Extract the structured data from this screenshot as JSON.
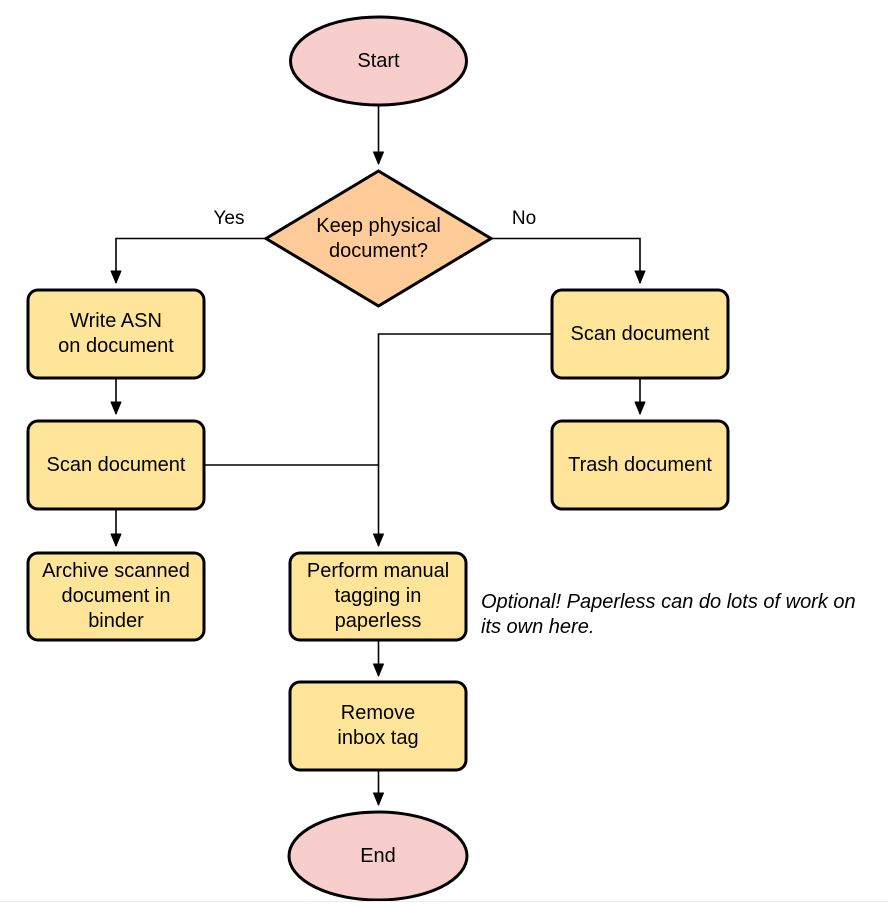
{
  "colors": {
    "background": "#ffffff",
    "terminal_fill": "#f8cecc",
    "decision_fill": "#ffcc99",
    "process_fill": "#ffe599",
    "stroke": "#000000",
    "edge": "#000000",
    "divider": "#ececec"
  },
  "nodes": {
    "start": {
      "label": "Start"
    },
    "decision": {
      "label": "Keep physical\ndocument?"
    },
    "write_asn": {
      "label": "Write ASN\non document"
    },
    "scan_left": {
      "label": "Scan document"
    },
    "archive": {
      "label": "Archive scanned\ndocument in\nbinder"
    },
    "scan_right": {
      "label": "Scan document"
    },
    "trash": {
      "label": "Trash document"
    },
    "perform_tagging": {
      "label": "Perform manual\ntagging in\npaperless"
    },
    "remove_inbox": {
      "label": "Remove\ninbox tag"
    },
    "end": {
      "label": "End"
    }
  },
  "edge_labels": {
    "yes": "Yes",
    "no": "No"
  },
  "annotation": {
    "text": "Optional! Paperless can do lots of work on\nits own here."
  }
}
